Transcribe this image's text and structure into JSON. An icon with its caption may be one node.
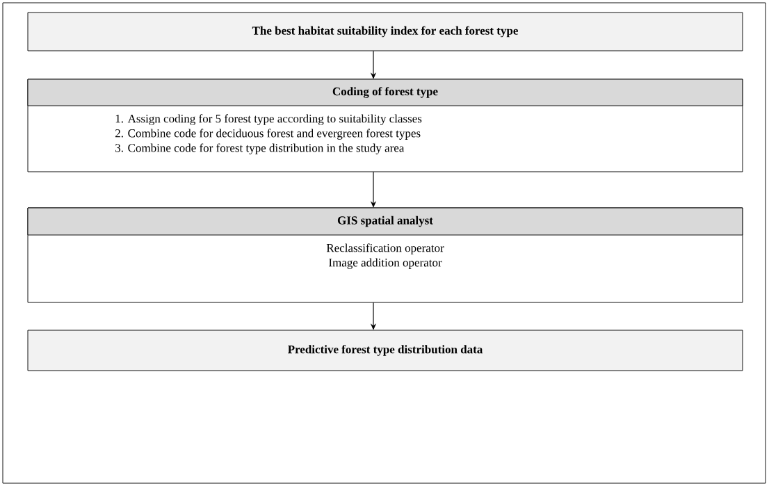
{
  "diagram": {
    "nodes": [
      {
        "text": [
          "The best habitat suitability index for each forest type"
        ]
      },
      {
        "text": [
          "Coding of forest type",
          "1. Assign coding for 5 forest type according to suitability classes",
          "2. Combine code for deciduous forest and evergreen forest types",
          "3. Combine code for forest type distribution in the study area"
        ]
      },
      {
        "text": [
          "GIS spatial analyst",
          "Reclassification operator",
          "Image addition operator"
        ]
      },
      {
        "text": [
          "Predictive forest type distribution data"
        ]
      }
    ],
    "edges": [
      {
        "from": 0,
        "to": 1,
        "arrow": "to"
      },
      {
        "from": 1,
        "to": 2,
        "arrow": "to"
      },
      {
        "from": 2,
        "to": 3,
        "arrow": "to"
      }
    ]
  }
}
